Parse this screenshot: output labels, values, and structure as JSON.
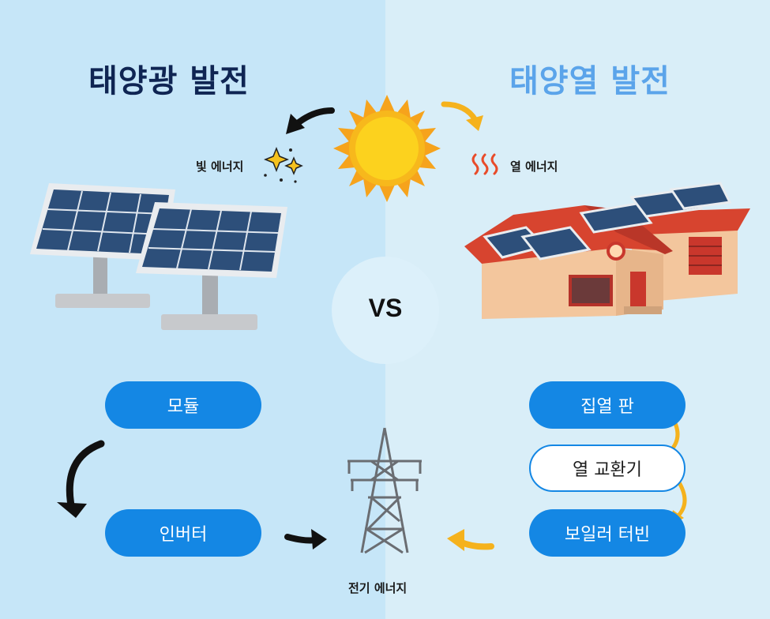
{
  "left": {
    "title": "태양광 발전",
    "energy_label": "빛 에너지",
    "steps": [
      "모듈",
      "인버터"
    ]
  },
  "right": {
    "title": "태양열 발전",
    "energy_label": "열 에너지",
    "steps": [
      "집열 판",
      "열 교환기",
      "보일러 터빈"
    ]
  },
  "center": {
    "vs": "VS",
    "output_label": "전기 에너지"
  },
  "colors": {
    "left_bg": "#c6e6f8",
    "right_bg": "#d9eef8",
    "pill_blue": "#1487e4",
    "arrow_black": "#111111",
    "arrow_yellow": "#f5b21d",
    "title_dark": "#0f2553",
    "title_light": "#5ba4ea"
  }
}
